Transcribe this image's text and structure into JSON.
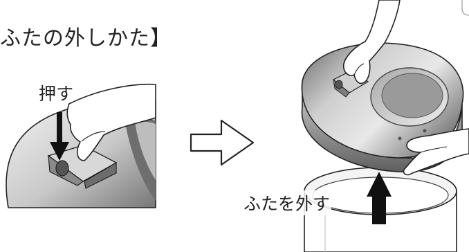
{
  "title": "ふたの外しかた】",
  "step1": {
    "label": "押す",
    "icon": "down-arrow-icon"
  },
  "step_arrow": {
    "icon": "right-arrow-outline-icon"
  },
  "step2": {
    "label": "ふたを外す",
    "icon": "up-arrow-icon"
  },
  "colors": {
    "line": "#222222",
    "arrow": "#111111",
    "lid_light": "#e9e9e9",
    "lid_dark": "#8c8c8c"
  }
}
